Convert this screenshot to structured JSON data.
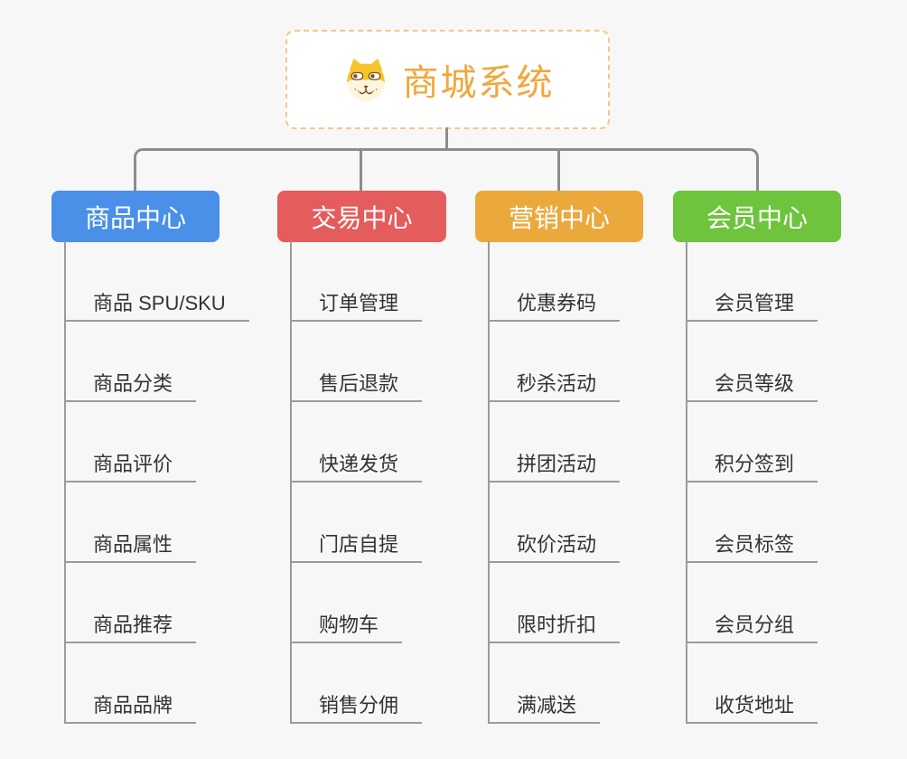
{
  "page": {
    "background": "#F7F7F7"
  },
  "root": {
    "title": "商城系统",
    "icon": "dog-face-icon",
    "text_color": "#EFA83C",
    "border_color": "#F3C983",
    "fill": "#FFFFFF"
  },
  "connector_color": "#8C8C8C",
  "child_line_color": "#9B9B9B",
  "branches": [
    {
      "label": "商品中心",
      "color": "#4A90E8",
      "children": [
        "商品 SPU/SKU",
        "商品分类",
        "商品评价",
        "商品属性",
        "商品推荐",
        "商品品牌"
      ]
    },
    {
      "label": "交易中心",
      "color": "#E55C5C",
      "children": [
        "订单管理",
        "售后退款",
        "快递发货",
        "门店自提",
        "购物车",
        "销售分佣"
      ]
    },
    {
      "label": "营销中心",
      "color": "#EBA93C",
      "children": [
        "优惠券码",
        "秒杀活动",
        "拼团活动",
        "砍价活动",
        "限时折扣",
        "满减送"
      ]
    },
    {
      "label": "会员中心",
      "color": "#6EC43C",
      "children": [
        "会员管理",
        "会员等级",
        "积分签到",
        "会员标签",
        "会员分组",
        "收货地址"
      ]
    }
  ]
}
